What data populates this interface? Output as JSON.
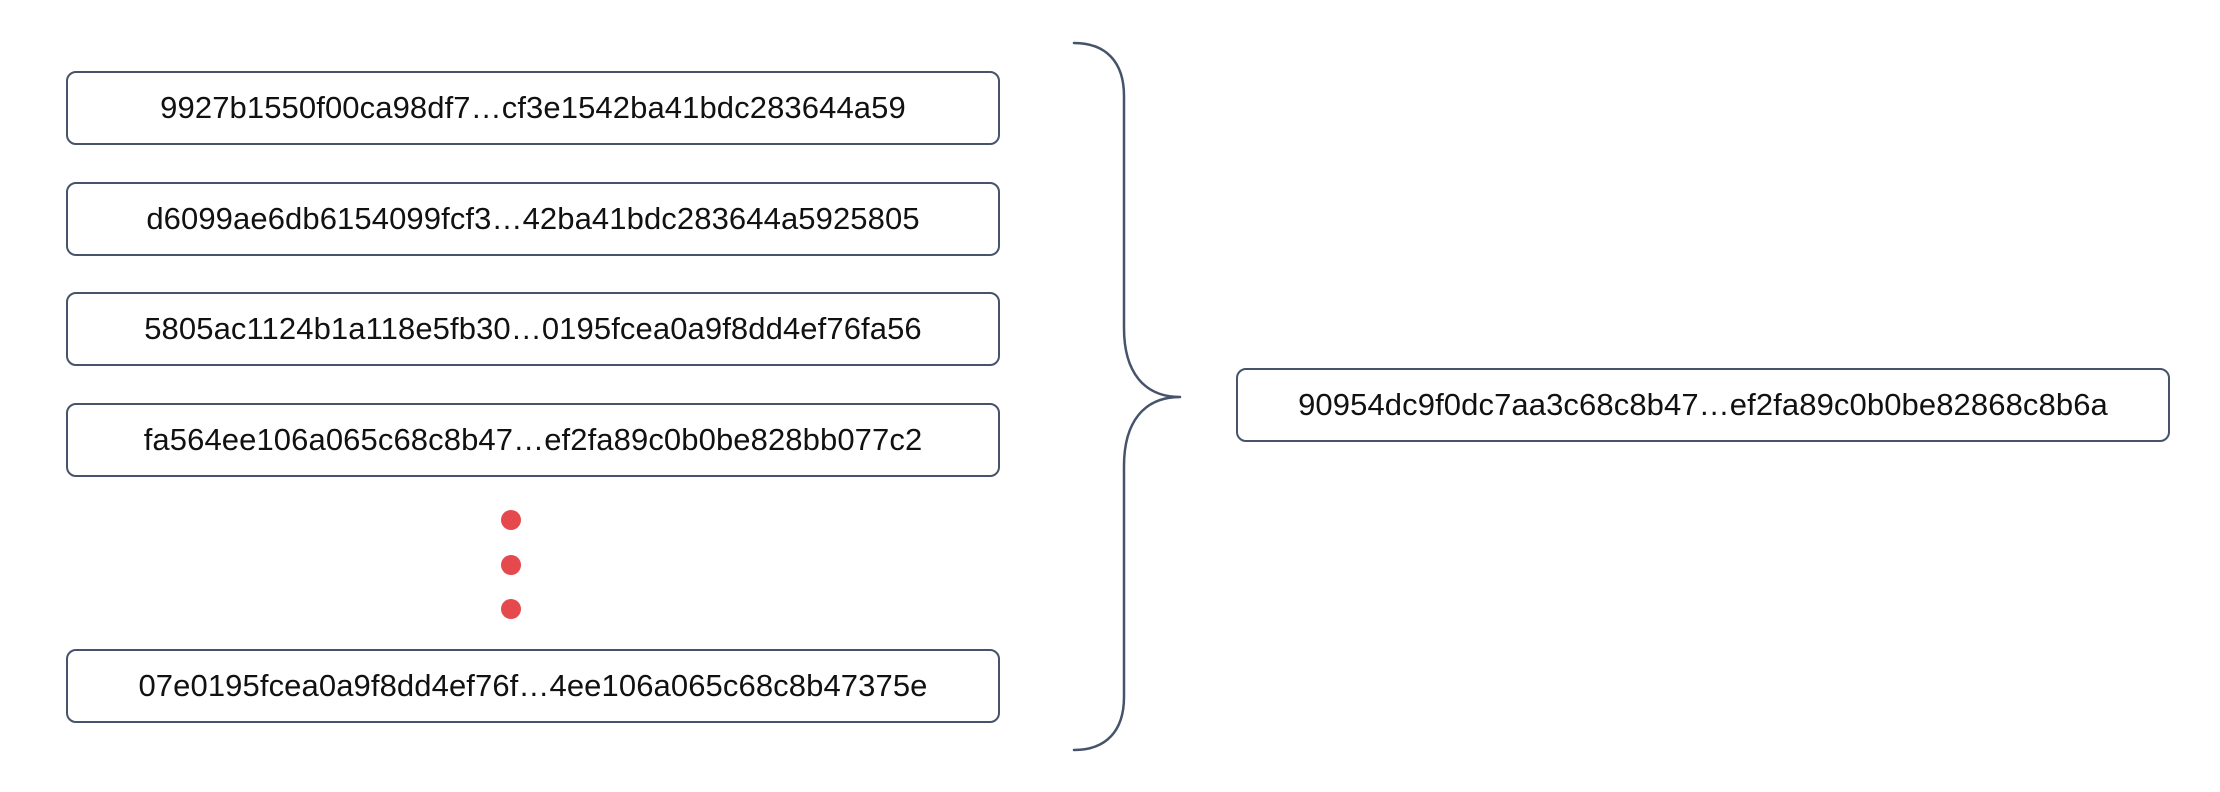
{
  "inputs": [
    "9927b1550f00ca98df7…cf3e1542ba41bdc283644a59",
    "d6099ae6db6154099fcf3…42ba41bdc283644a5925805",
    "5805ac1124b1a118e5fb30…0195fcea0a9f8dd4ef76fa56",
    "fa564ee106a065c68c8b47…ef2fa89c0b0be828bb077c2",
    "07e0195fcea0a9f8dd4ef76f…4ee106a065c68c8b47375e"
  ],
  "result": "90954dc9f0dc7aa3c68c8b47…ef2fa89c0b0be82868c8b6a",
  "colors": {
    "box_border": "#46536a",
    "brace": "#46536a",
    "ellipsis_dot": "#e5484d",
    "text": "#111111",
    "background": "#ffffff"
  }
}
